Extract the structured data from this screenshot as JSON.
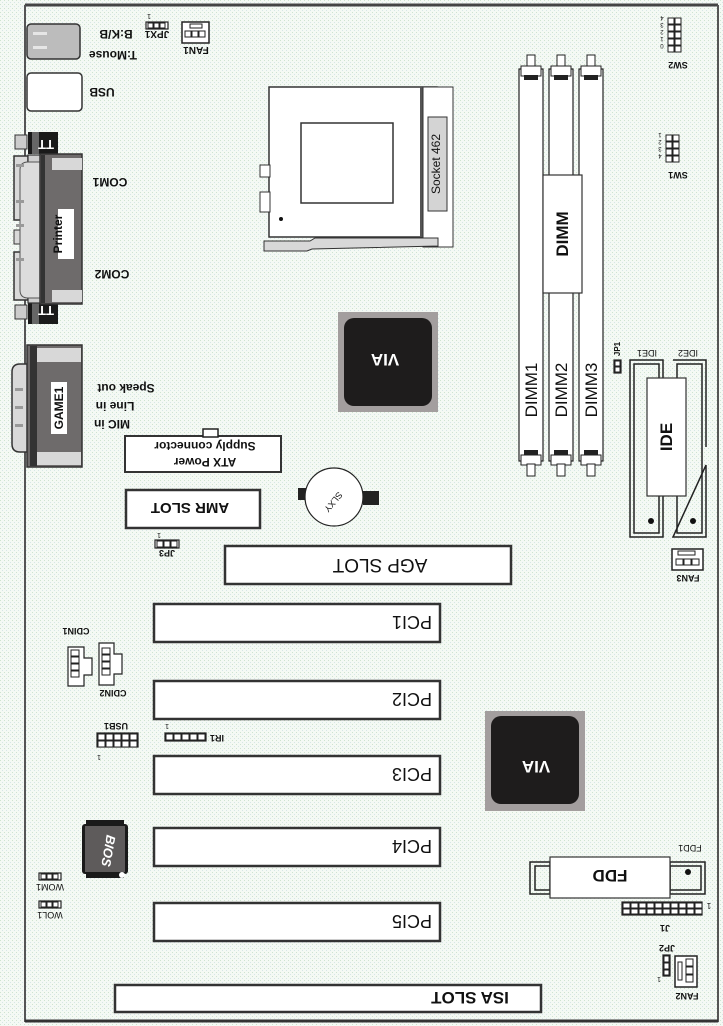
{
  "diagram": {
    "orientation": "rotated 180 degrees",
    "colors": {
      "background": "#f3f8f3",
      "chip_dark": "#1e1c1c",
      "chip_border": "#a39e9e",
      "connector_gray": "#6e6b6b",
      "connector_light": "#d8d8d8",
      "outline": "#333333"
    },
    "rear_io": {
      "ps2": "T:Mouse",
      "ps2_bottom": "B:K/B",
      "usb": "USB",
      "printer": "Printer",
      "com1": "COM1",
      "com2": "COM2",
      "game": "GAME1",
      "audio": [
        "Speak out",
        "Line in",
        "MIC in"
      ]
    },
    "headers": {
      "jpx1": "JPX1",
      "jpx1_pin": "1",
      "fan1": "FAN1",
      "fan2": "FAN2",
      "fan3": "FAN3",
      "sw1": "SW1",
      "sw1_pins": [
        "1",
        "2",
        "3",
        "4"
      ],
      "sw2": "SW2",
      "sw2_pins": [
        "0",
        "1",
        "2",
        "3",
        "4"
      ],
      "jp1": "JP1",
      "jp2": "JP2",
      "jp2_pin": "1",
      "jp3": "JP3",
      "jp3_pin": "1",
      "cdin1": "CDIN1",
      "cdin2": "CDIN2",
      "usb1": "USB1",
      "usb1_pin": "1",
      "ir1": "IR1",
      "ir1_pin": "1",
      "wom1": "WOM1",
      "wol1": "WOL1",
      "j1": "J1",
      "j1_pin": "1",
      "fdd1": "FDD1",
      "ide1": "IDE1",
      "ide2": "IDE2"
    },
    "components": {
      "socket": "Socket 462",
      "dimm": "DIMM",
      "dimm_slots": [
        "DIMM1",
        "DIMM2",
        "DIMM3"
      ],
      "ide": "IDE",
      "fdd": "FDD",
      "atx_power": [
        "ATX Power",
        "Supply connector"
      ],
      "amr_slot": "AMR SLOT",
      "agp_slot": "AGP SLOT",
      "pci_slots": [
        "PCI1",
        "PCI2",
        "PCI3",
        "PCI4",
        "PCI5"
      ],
      "isa_slot": "ISA SLOT",
      "northbridge": "VIA",
      "southbridge": "VIA",
      "bios": "BIOS",
      "battery": "SLXY"
    }
  }
}
